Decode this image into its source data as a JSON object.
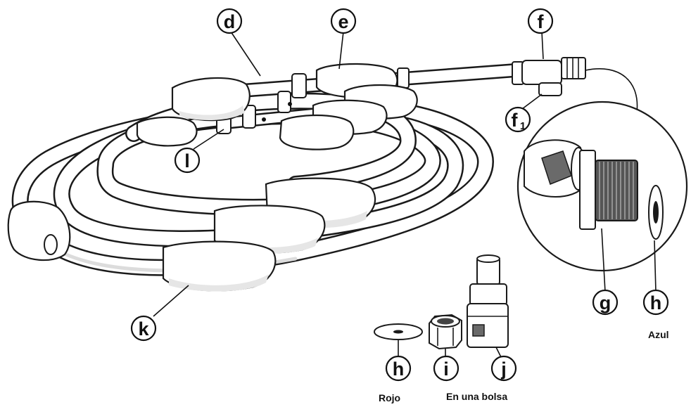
{
  "callouts": {
    "d": "d",
    "e": "e",
    "f": "f",
    "f1": "f",
    "f1_sub": "1",
    "l": "l",
    "k": "k",
    "g": "g",
    "h_right": "h",
    "h_bottom": "h",
    "i": "i",
    "j": "j"
  },
  "captions": {
    "azul": "Azul",
    "rojo": "Rojo",
    "en_una_bolsa": "En una bolsa"
  }
}
